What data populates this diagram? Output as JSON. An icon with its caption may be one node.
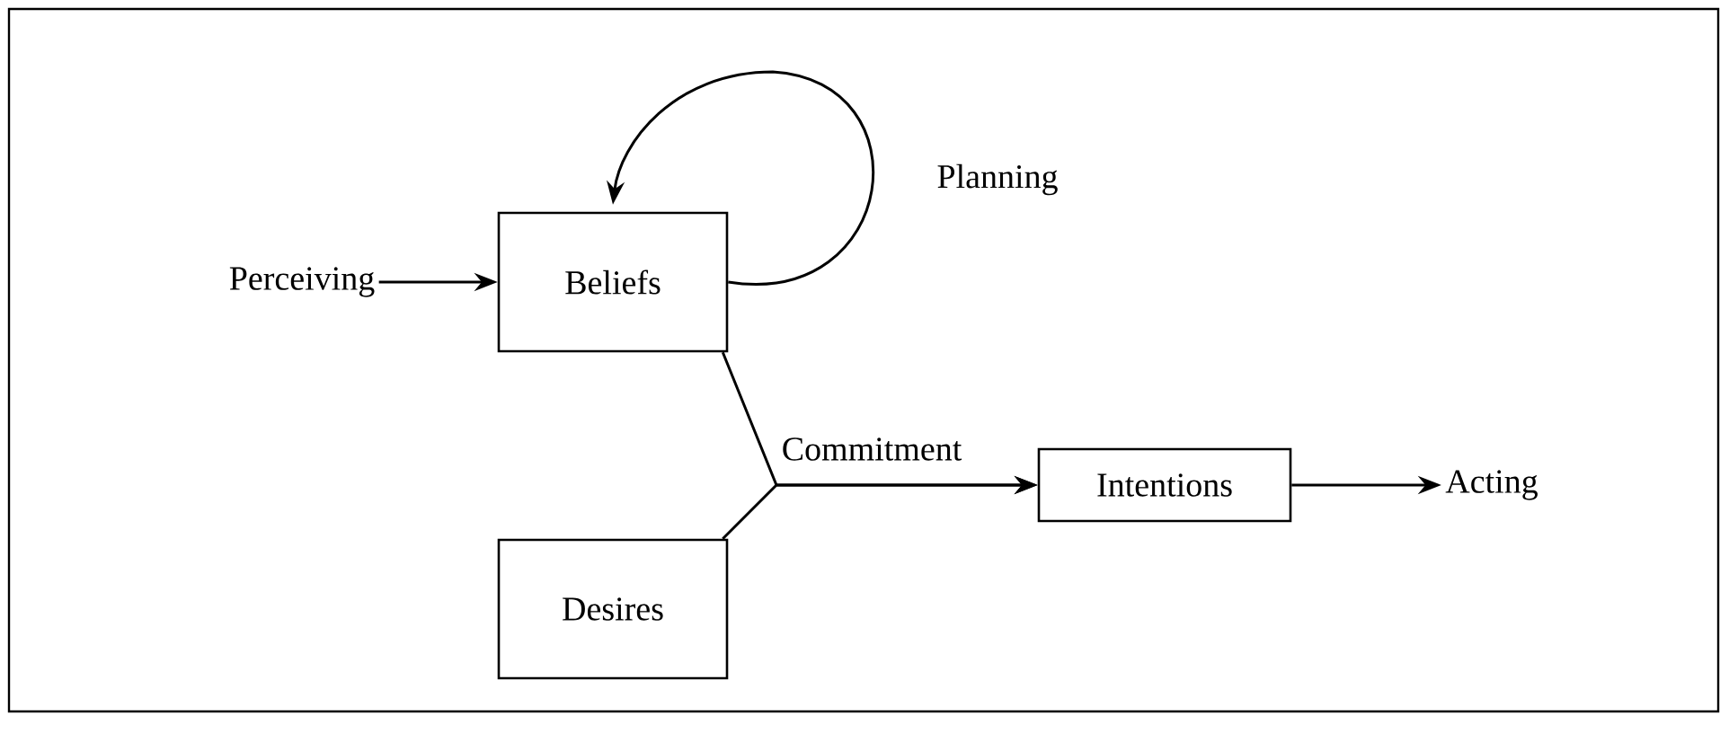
{
  "diagram": {
    "nodes": [
      {
        "text": [
          "Perceiving"
        ]
      },
      {
        "text": [
          "Beliefs"
        ]
      },
      {
        "text": [
          "Desires"
        ]
      },
      {
        "text": [
          "Intentions"
        ]
      },
      {
        "text": [
          "Acting"
        ]
      }
    ],
    "edges": [
      {
        "from": 0,
        "to": 1,
        "arrow": "to"
      },
      {
        "from": 1,
        "to": 1,
        "arrow": "to",
        "label": "Planning"
      },
      {
        "from": 1,
        "to": 3,
        "arrow": "to",
        "label": "Commitment"
      },
      {
        "from": 2,
        "to": 3,
        "arrow": "to"
      },
      {
        "from": 3,
        "to": 4,
        "arrow": "to"
      }
    ]
  }
}
